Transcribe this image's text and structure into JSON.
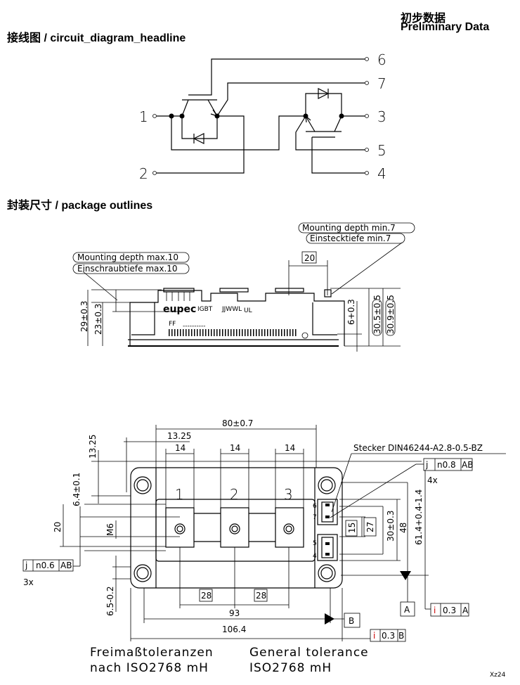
{
  "header": {
    "title_cn": "初步数据",
    "title_en": "Preliminary Data"
  },
  "circuit": {
    "headline": "接线图 / circuit_diagram_headline",
    "terminals": [
      "1",
      "2",
      "3",
      "4",
      "5",
      "6",
      "7"
    ]
  },
  "package": {
    "headline": "封装尺寸 / package outlines",
    "side_view": {
      "mounting_depth_max": "Mounting depth max.10",
      "einschraubtiefe_max": "Einschraubtiefe max.10",
      "mounting_depth_min": "Mounting depth min.7",
      "einstecktiefe_min": "Einstecktiefe min.7",
      "dim_20": "20",
      "dim_29": "29±0.3",
      "dim_23": "23±0.3",
      "dim_6": "6+0.3",
      "dim_30_5": "30.5±0.5",
      "dim_30_9": "30.9±0.5",
      "brand": "eupec",
      "type": "IGBT",
      "date_code": "JJWWL",
      "ul_mark": "UL",
      "part_prefix": "FF",
      "part_blank": "----------"
    },
    "top_view": {
      "dim_80": "80±0.7",
      "dim_13_25_h": "13.25",
      "dim_13_25_v": "13.25",
      "dim_14": [
        "14",
        "14",
        "14"
      ],
      "terminal_labels": [
        "1",
        "2",
        "3"
      ],
      "aux_labels": [
        "6",
        "7",
        "5",
        "4"
      ],
      "dim_6_4": "6.4±0.1",
      "dim_20": "20",
      "thread": "M6",
      "tol_left": [
        "j",
        "n0.6",
        "AB"
      ],
      "tol_left_count": "3x",
      "dim_6_5": "6.5-0.2",
      "dim_28": [
        "28",
        "28"
      ],
      "dim_93": "93",
      "dim_106_4": "106.4",
      "datum_b": "B",
      "datum_a": "A",
      "tol_b": [
        "i",
        "0.3",
        "B"
      ],
      "tol_a": [
        "i",
        "0.3",
        "A"
      ],
      "tol_right": [
        "j",
        "n0.8",
        "AB"
      ],
      "tol_right_count": "4x",
      "connector": "Stecker DIN46244-A2.8-0.5-BZ",
      "dim_15": "15",
      "dim_27": "27",
      "dim_30": "30±0.3",
      "dim_48": "48",
      "dim_61_4": "61.4+0.4-1.4"
    },
    "tolerance_note": {
      "de_line1": "Freimaßtoleranzen",
      "de_line2": "nach ISO2768 mH",
      "en_line1": "General tolerance",
      "en_line2": "ISO2768 mH"
    },
    "drawing_code": "Xz24"
  }
}
